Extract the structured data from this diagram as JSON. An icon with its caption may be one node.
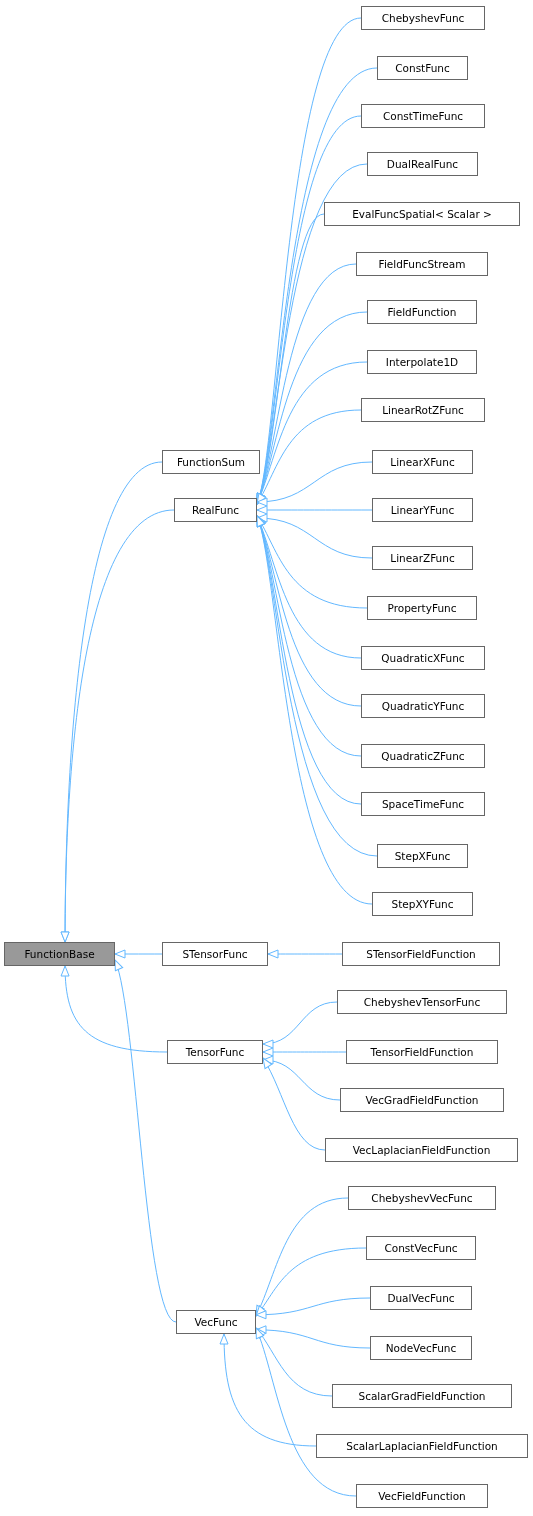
{
  "diagram": {
    "nodes": [
      {
        "text": [
          "FunctionBase"
        ]
      },
      {
        "text": [
          "FunctionSum"
        ]
      },
      {
        "text": [
          "RealFunc"
        ]
      },
      {
        "text": [
          "ChebyshevFunc"
        ]
      },
      {
        "text": [
          "ConstFunc"
        ]
      },
      {
        "text": [
          "ConstTimeFunc"
        ]
      },
      {
        "text": [
          "DualRealFunc"
        ]
      },
      {
        "text": [
          "EvalFuncSpatial< Scalar >"
        ]
      },
      {
        "text": [
          "FieldFuncStream"
        ]
      },
      {
        "text": [
          "FieldFunction"
        ]
      },
      {
        "text": [
          "Interpolate1D"
        ]
      },
      {
        "text": [
          "LinearRotZFunc"
        ]
      },
      {
        "text": [
          "LinearXFunc"
        ]
      },
      {
        "text": [
          "LinearYFunc"
        ]
      },
      {
        "text": [
          "LinearZFunc"
        ]
      },
      {
        "text": [
          "PropertyFunc"
        ]
      },
      {
        "text": [
          "QuadraticXFunc"
        ]
      },
      {
        "text": [
          "QuadraticYFunc"
        ]
      },
      {
        "text": [
          "QuadraticZFunc"
        ]
      },
      {
        "text": [
          "SpaceTimeFunc"
        ]
      },
      {
        "text": [
          "StepXFunc"
        ]
      },
      {
        "text": [
          "StepXYFunc"
        ]
      },
      {
        "text": [
          "STensorFunc"
        ]
      },
      {
        "text": [
          "STensorFieldFunction"
        ]
      },
      {
        "text": [
          "TensorFunc"
        ]
      },
      {
        "text": [
          "ChebyshevTensorFunc"
        ]
      },
      {
        "text": [
          "TensorFieldFunction"
        ]
      },
      {
        "text": [
          "VecGradFieldFunction"
        ]
      },
      {
        "text": [
          "VecLaplacianFieldFunction"
        ]
      },
      {
        "text": [
          "VecFunc"
        ]
      },
      {
        "text": [
          "ChebyshevVecFunc"
        ]
      },
      {
        "text": [
          "ConstVecFunc"
        ]
      },
      {
        "text": [
          "DualVecFunc"
        ]
      },
      {
        "text": [
          "NodeVecFunc"
        ]
      },
      {
        "text": [
          "ScalarGradFieldFunction"
        ]
      },
      {
        "text": [
          "ScalarLaplacianFieldFunction"
        ]
      },
      {
        "text": [
          "VecFieldFunction"
        ]
      }
    ],
    "edges": [
      {
        "from": 1,
        "to": 0,
        "arrow": "to"
      },
      {
        "from": 2,
        "to": 0,
        "arrow": "to"
      },
      {
        "from": 3,
        "to": 2,
        "arrow": "to"
      },
      {
        "from": 4,
        "to": 2,
        "arrow": "to"
      },
      {
        "from": 5,
        "to": 2,
        "arrow": "to"
      },
      {
        "from": 6,
        "to": 2,
        "arrow": "to"
      },
      {
        "from": 7,
        "to": 2,
        "arrow": "to"
      },
      {
        "from": 8,
        "to": 2,
        "arrow": "to"
      },
      {
        "from": 9,
        "to": 2,
        "arrow": "to"
      },
      {
        "from": 10,
        "to": 2,
        "arrow": "to"
      },
      {
        "from": 11,
        "to": 2,
        "arrow": "to"
      },
      {
        "from": 12,
        "to": 2,
        "arrow": "to"
      },
      {
        "from": 13,
        "to": 2,
        "arrow": "to"
      },
      {
        "from": 14,
        "to": 2,
        "arrow": "to"
      },
      {
        "from": 15,
        "to": 2,
        "arrow": "to"
      },
      {
        "from": 16,
        "to": 2,
        "arrow": "to"
      },
      {
        "from": 17,
        "to": 2,
        "arrow": "to"
      },
      {
        "from": 18,
        "to": 2,
        "arrow": "to"
      },
      {
        "from": 19,
        "to": 2,
        "arrow": "to"
      },
      {
        "from": 20,
        "to": 2,
        "arrow": "to"
      },
      {
        "from": 21,
        "to": 2,
        "arrow": "to"
      },
      {
        "from": 22,
        "to": 0,
        "arrow": "to"
      },
      {
        "from": 23,
        "to": 22,
        "arrow": "to"
      },
      {
        "from": 24,
        "to": 0,
        "arrow": "to"
      },
      {
        "from": 25,
        "to": 24,
        "arrow": "to"
      },
      {
        "from": 26,
        "to": 24,
        "arrow": "to"
      },
      {
        "from": 27,
        "to": 24,
        "arrow": "to"
      },
      {
        "from": 28,
        "to": 24,
        "arrow": "to"
      },
      {
        "from": 29,
        "to": 0,
        "arrow": "to"
      },
      {
        "from": 30,
        "to": 29,
        "arrow": "to"
      },
      {
        "from": 31,
        "to": 29,
        "arrow": "to"
      },
      {
        "from": 32,
        "to": 29,
        "arrow": "to"
      },
      {
        "from": 33,
        "to": 29,
        "arrow": "to"
      },
      {
        "from": 34,
        "to": 29,
        "arrow": "to"
      },
      {
        "from": 35,
        "to": 29,
        "arrow": "to"
      },
      {
        "from": 36,
        "to": 29,
        "arrow": "to"
      }
    ]
  }
}
